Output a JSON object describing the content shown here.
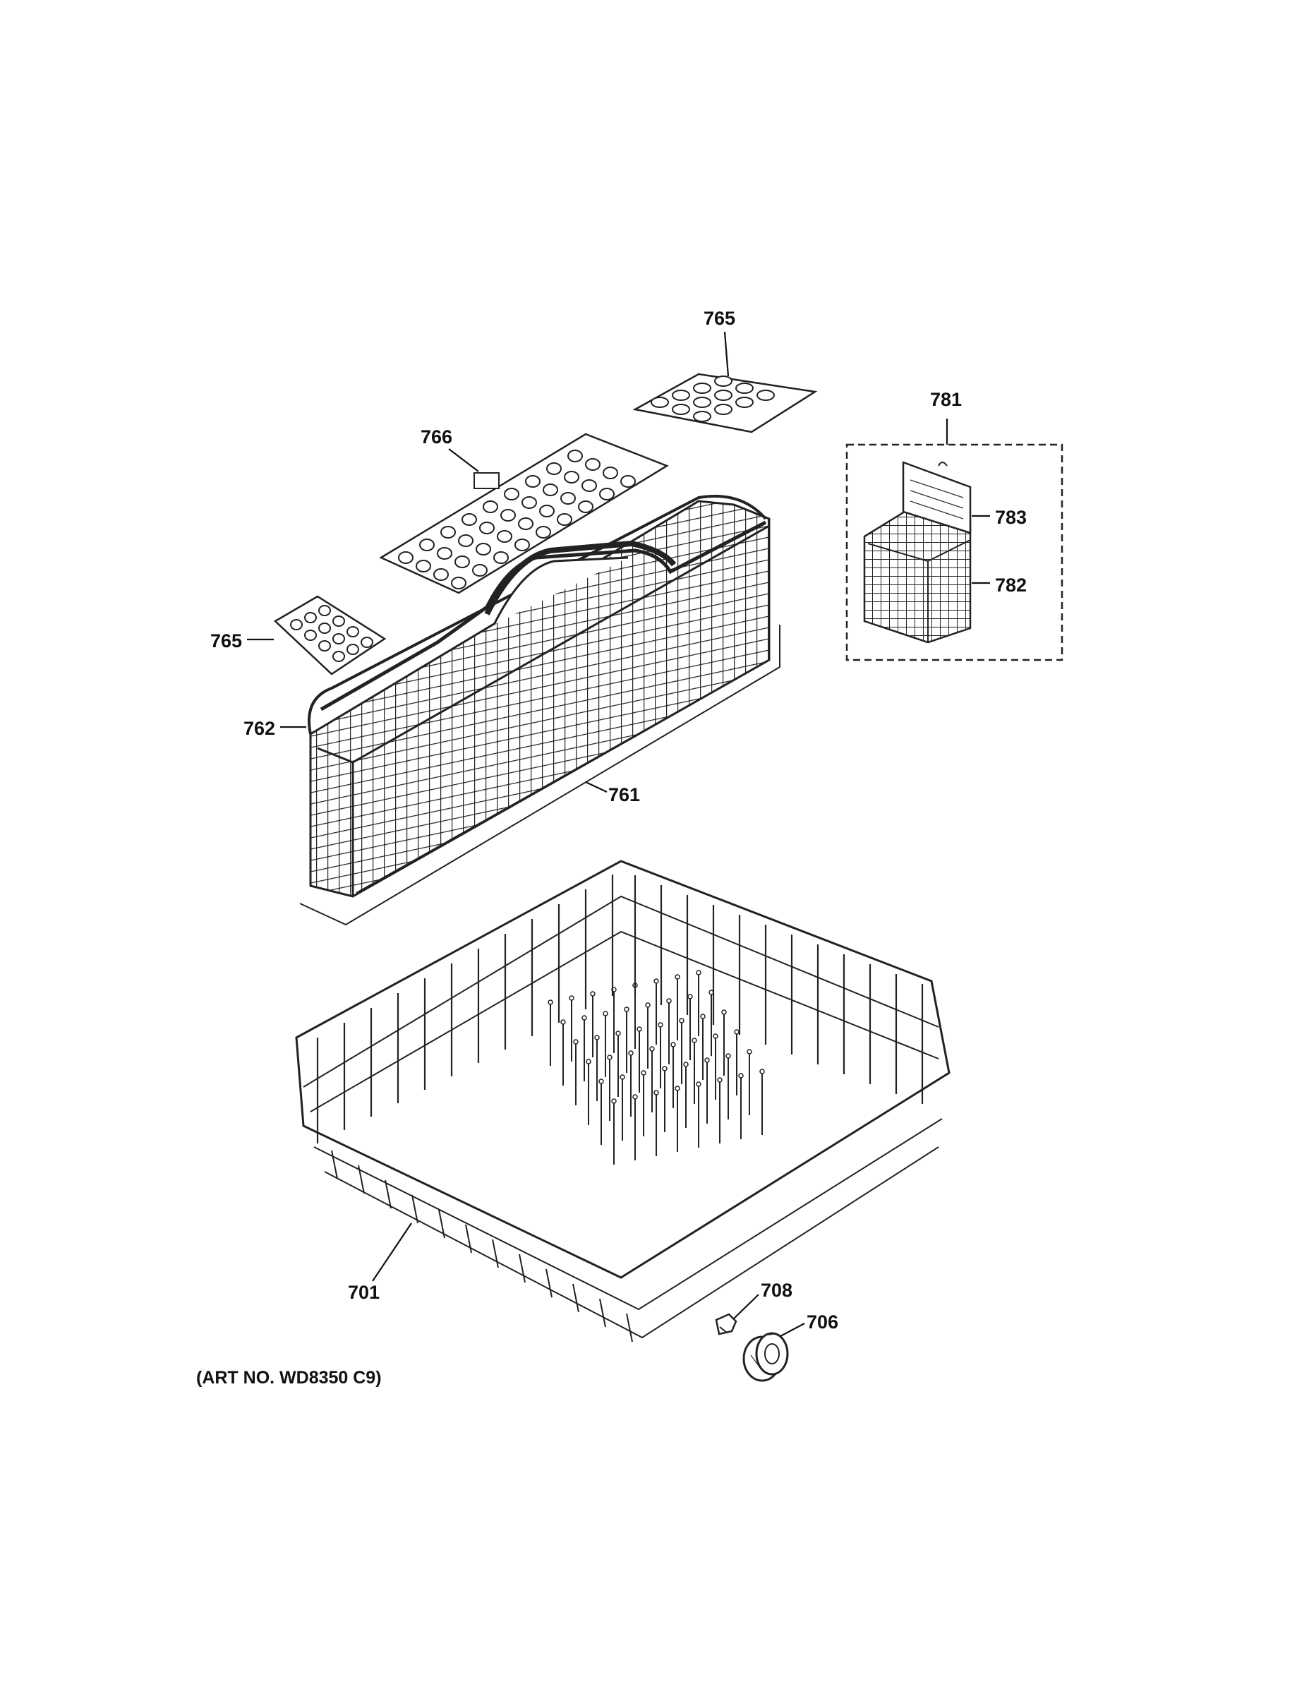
{
  "parts": [
    {
      "id": "p765a",
      "label": "765"
    },
    {
      "id": "p781",
      "label": "781"
    },
    {
      "id": "p766",
      "label": "766"
    },
    {
      "id": "p783",
      "label": "783"
    },
    {
      "id": "p782",
      "label": "782"
    },
    {
      "id": "p765b",
      "label": "765"
    },
    {
      "id": "p762",
      "label": "762"
    },
    {
      "id": "p761",
      "label": "761"
    },
    {
      "id": "p701",
      "label": "701"
    },
    {
      "id": "p708",
      "label": "708"
    },
    {
      "id": "p706",
      "label": "706"
    }
  ],
  "footer": "(ART NO. WD8350 C9)"
}
